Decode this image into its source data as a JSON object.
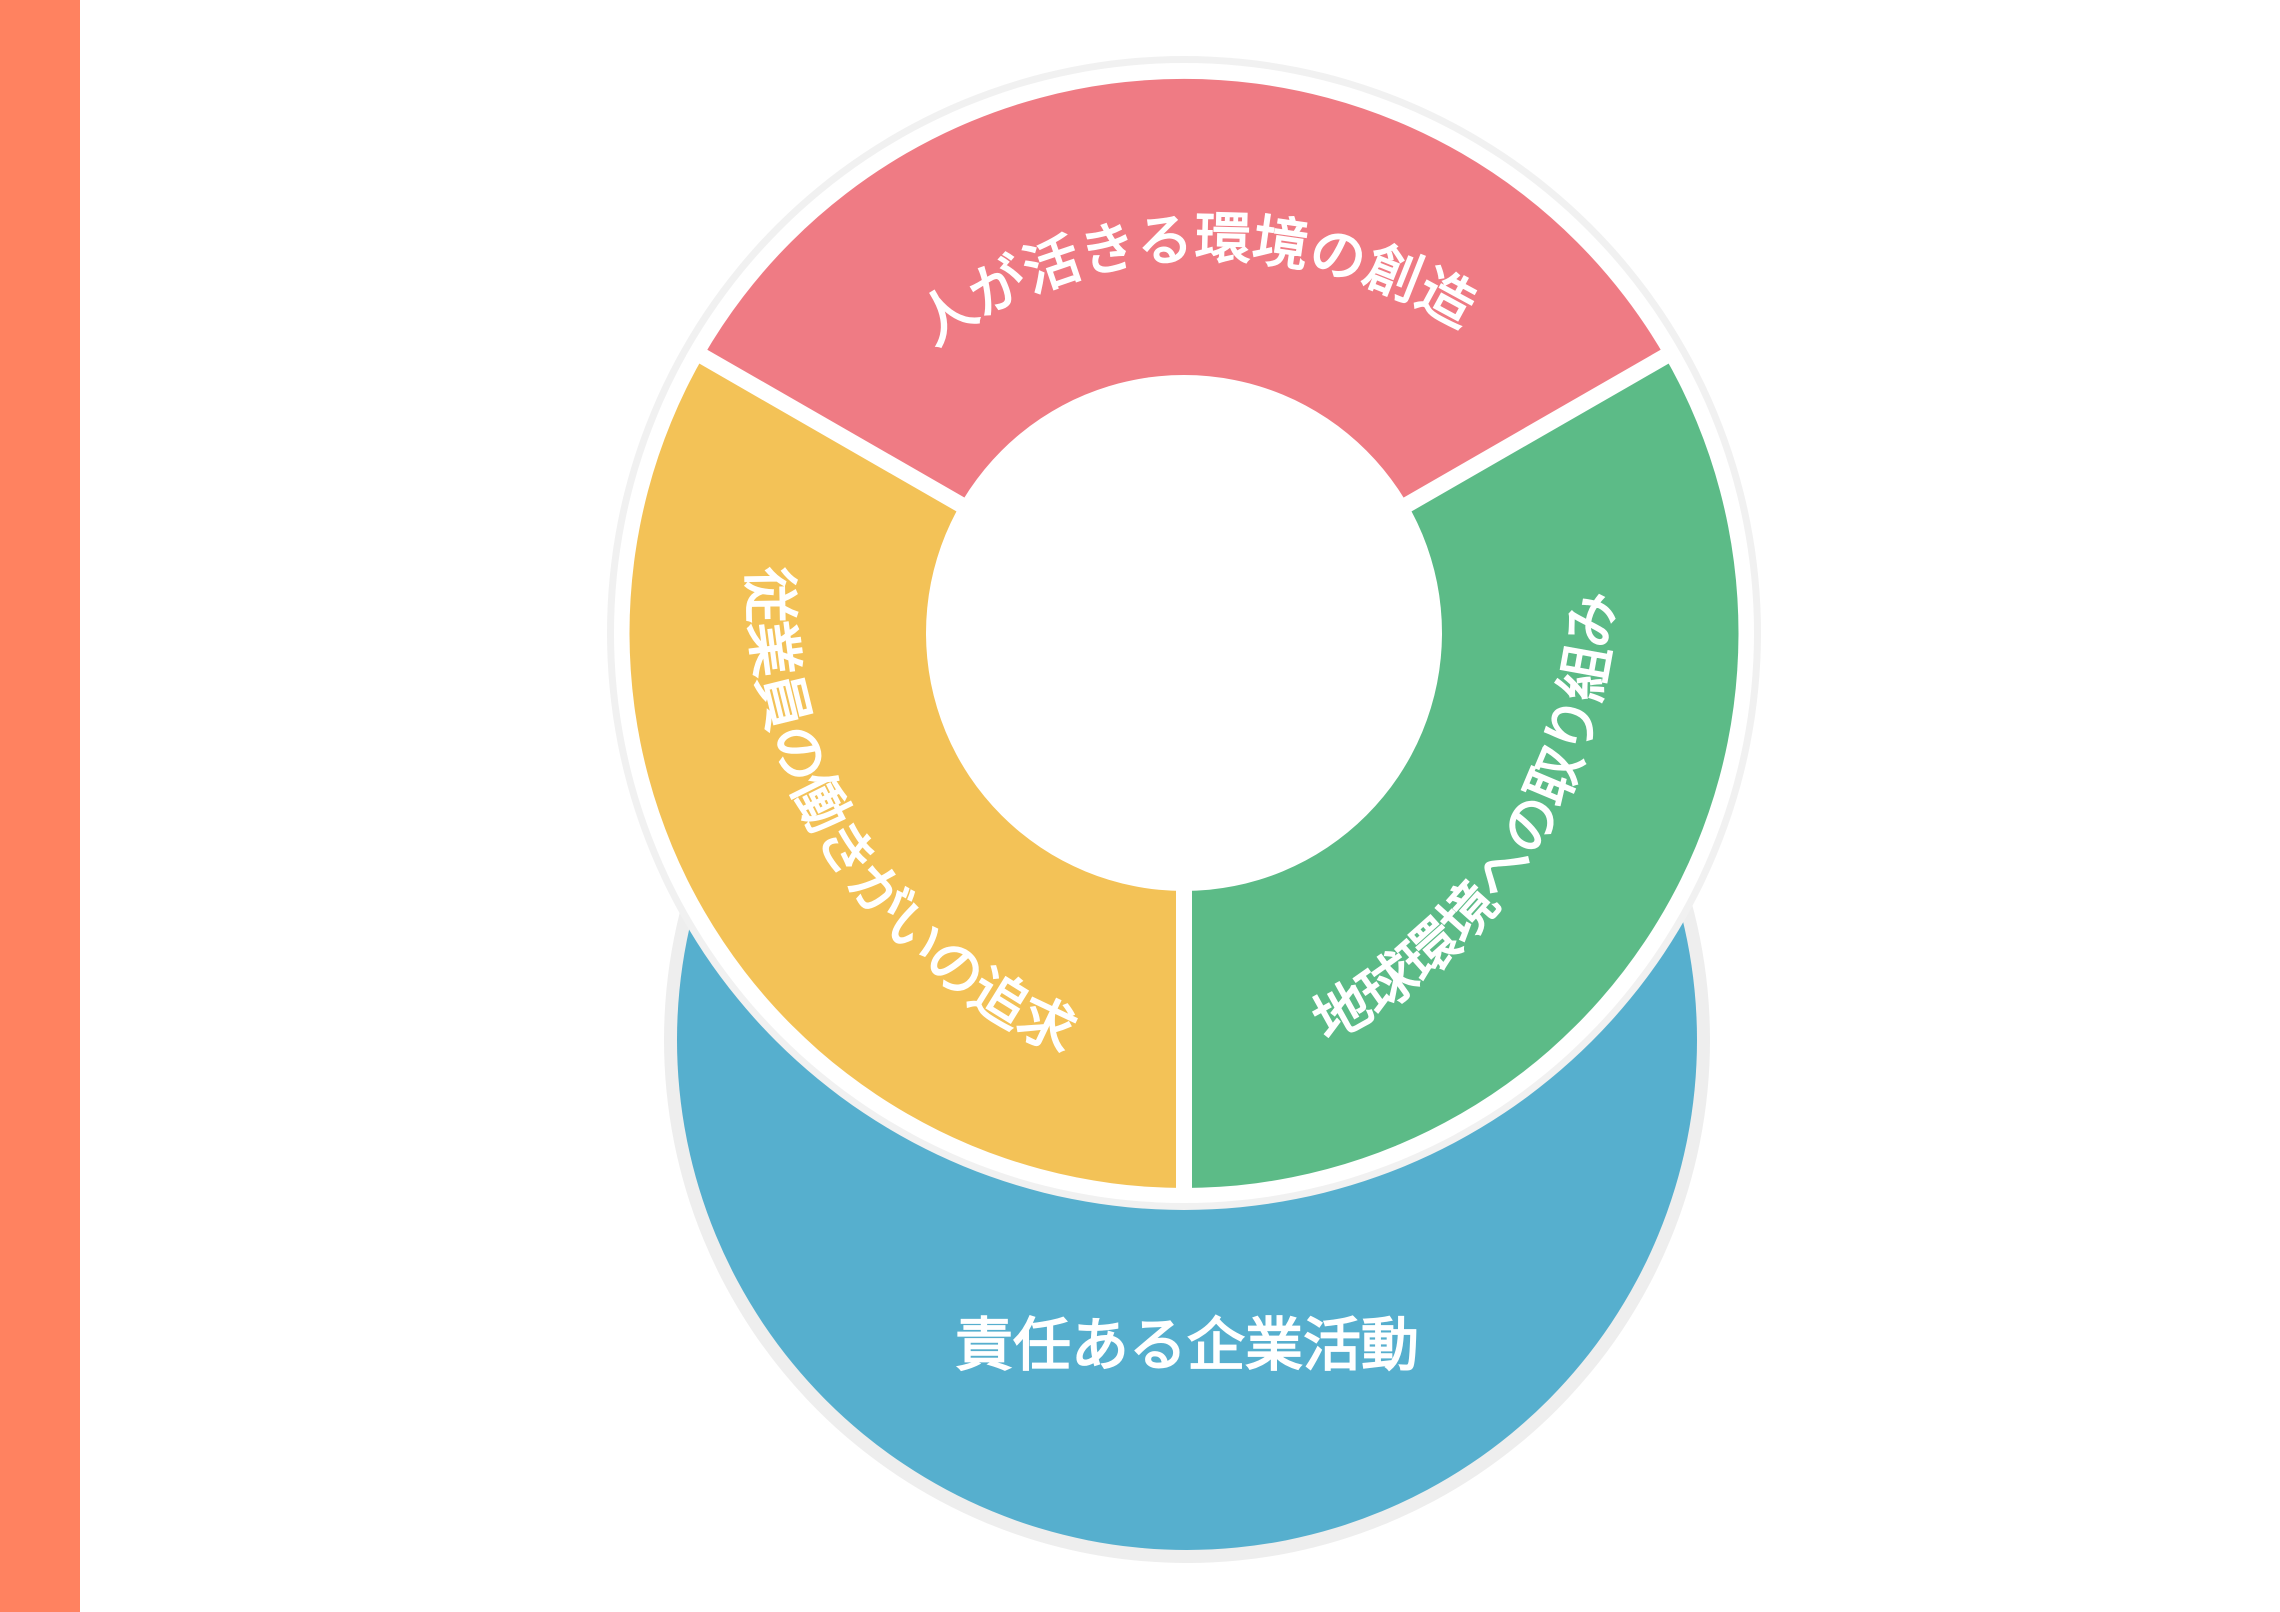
{
  "colors": {
    "accent_bar": "#FF8260",
    "pink": "#EF7B84",
    "yellow": "#F3C257",
    "green": "#5CBB87",
    "blue": "#56AFCE",
    "separator": "#FFFFFF"
  },
  "segments": {
    "top": "人が活きる環境の創造",
    "left": "従業員の働きがいの追求",
    "right": "地球環境への取り組み"
  },
  "base": {
    "label": "責任ある企業活動"
  }
}
